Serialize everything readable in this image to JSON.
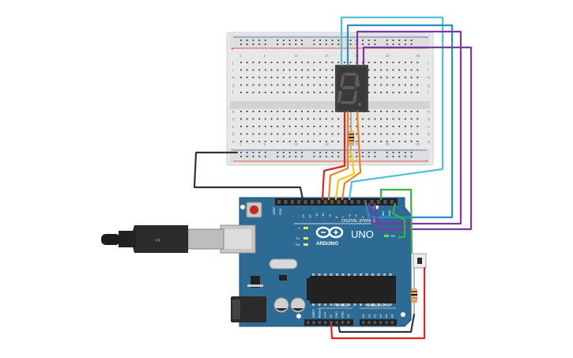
{
  "board": {
    "aref": "AREF",
    "gnd": "GND",
    "pins_digital": [
      "13",
      "12",
      "~11",
      "~10",
      "~9",
      "8",
      "7",
      "~6",
      "~5",
      "4",
      "~3",
      "2",
      "TX▸1",
      "RX◂0"
    ],
    "digital_label": "DIGITAL (PWM~)",
    "brand": "ARDUINO",
    "model": "UNO",
    "power_label": "POWER",
    "analog_label": "ANALOG IN",
    "power_pins": [
      "IOREF",
      "RESET",
      "3.3V",
      "5V",
      "GND",
      "GND",
      "Vin"
    ],
    "analog_pins": [
      "A0",
      "A1",
      "A2",
      "A3",
      "A4",
      "A5"
    ],
    "led_l": "L",
    "led_tx": "TX",
    "led_rx": "RX",
    "led_on": "ON"
  },
  "breadboard": {
    "letters_top": [
      "j",
      "i",
      "h",
      "g",
      "f"
    ],
    "letters_bottom": [
      "e",
      "d",
      "c",
      "b",
      "a"
    ],
    "rail_plus": "+",
    "rail_minus": "−",
    "columns": [
      "1",
      "",
      "",
      "",
      "5",
      "",
      "",
      "",
      "",
      "10",
      "",
      "",
      "",
      "",
      "15",
      "",
      "",
      "",
      "",
      "20",
      "",
      "",
      "",
      "",
      "25",
      "",
      "",
      "",
      "",
      "30"
    ]
  },
  "display": {
    "digit": "8."
  },
  "wire_colors": {
    "red": "#e0231f",
    "orange": "#f08020",
    "yellow": "#f2c81e",
    "green": "#3cb043",
    "cyan": "#4fc3d6",
    "blue": "#2a8fc7",
    "purple": "#7b3aa0",
    "black": "#333333"
  }
}
